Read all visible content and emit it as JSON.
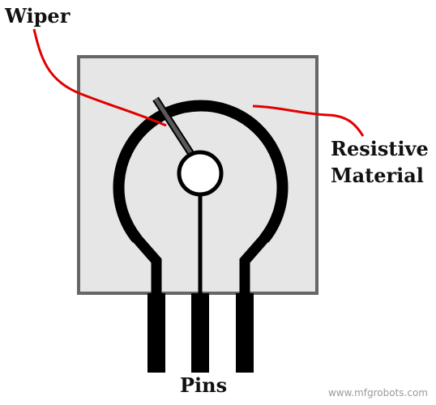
{
  "labels": {
    "wiper": "Wiper",
    "resistive_line1": "Resistive",
    "resistive_line2": "Material",
    "pins": "Pins"
  },
  "watermark": "www.mfgrobots.com",
  "colors": {
    "body_fill": "#e6e6e6",
    "outline": "#666666",
    "track": "#000000",
    "wiper_arm": "#5a5a5a",
    "pointer_lines": "#e00000",
    "text": "#111111"
  }
}
